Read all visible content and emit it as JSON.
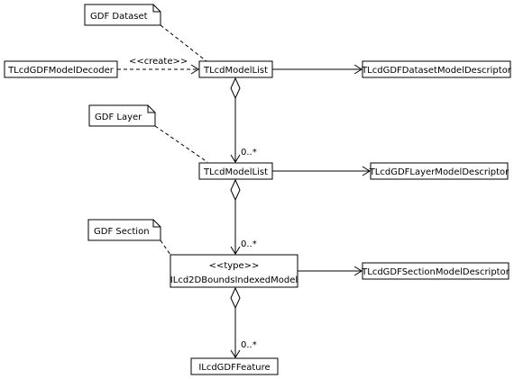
{
  "classes": {
    "model_decoder": "TLcdGDFModelDecoder",
    "model_list_dataset": "TLcdModelList",
    "dataset_descriptor": "TLcdGDFDatasetModelDescriptor",
    "model_list_layer": "TLcdModelList",
    "layer_descriptor": "TLcdGDFLayerModelDescriptor",
    "bounds_model_stereotype": "<<type>>",
    "bounds_model": "ILcd2DBoundsIndexedModel",
    "section_descriptor": "TLcdGDFSectionModelDescriptor",
    "feature": "ILcdGDFFeature"
  },
  "notes": {
    "dataset": "GDF Dataset",
    "layer": "GDF Layer",
    "section": "GDF Section"
  },
  "relations": {
    "create_label": "<<create>>",
    "multiplicity_layer": "0..*",
    "multiplicity_section": "0..*",
    "multiplicity_feature": "0..*"
  }
}
